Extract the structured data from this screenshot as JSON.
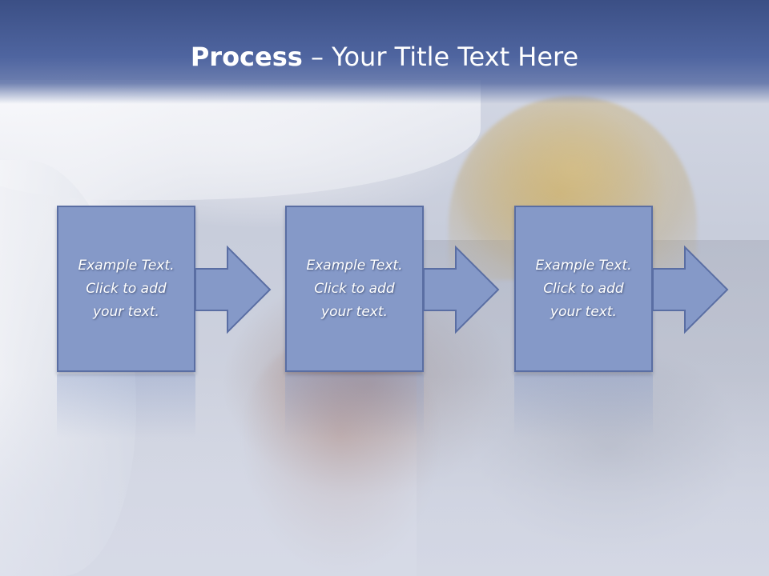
{
  "slide": {
    "title_bold": "Process",
    "title_rest": " – Your Title Text Here"
  },
  "steps": [
    {
      "text": "Example Text.\nClick  to add\nyour text."
    },
    {
      "text": "Example Text.\nClick  to add\nyour text."
    },
    {
      "text": "Example Text.\nClick  to add\nyour text."
    }
  ],
  "colors": {
    "title_bar": "#4f65a0",
    "box_fill": "#8599c8",
    "box_border": "#5a6ea3",
    "text": "#ffffff"
  },
  "icons": [
    "right-arrow-icon"
  ]
}
